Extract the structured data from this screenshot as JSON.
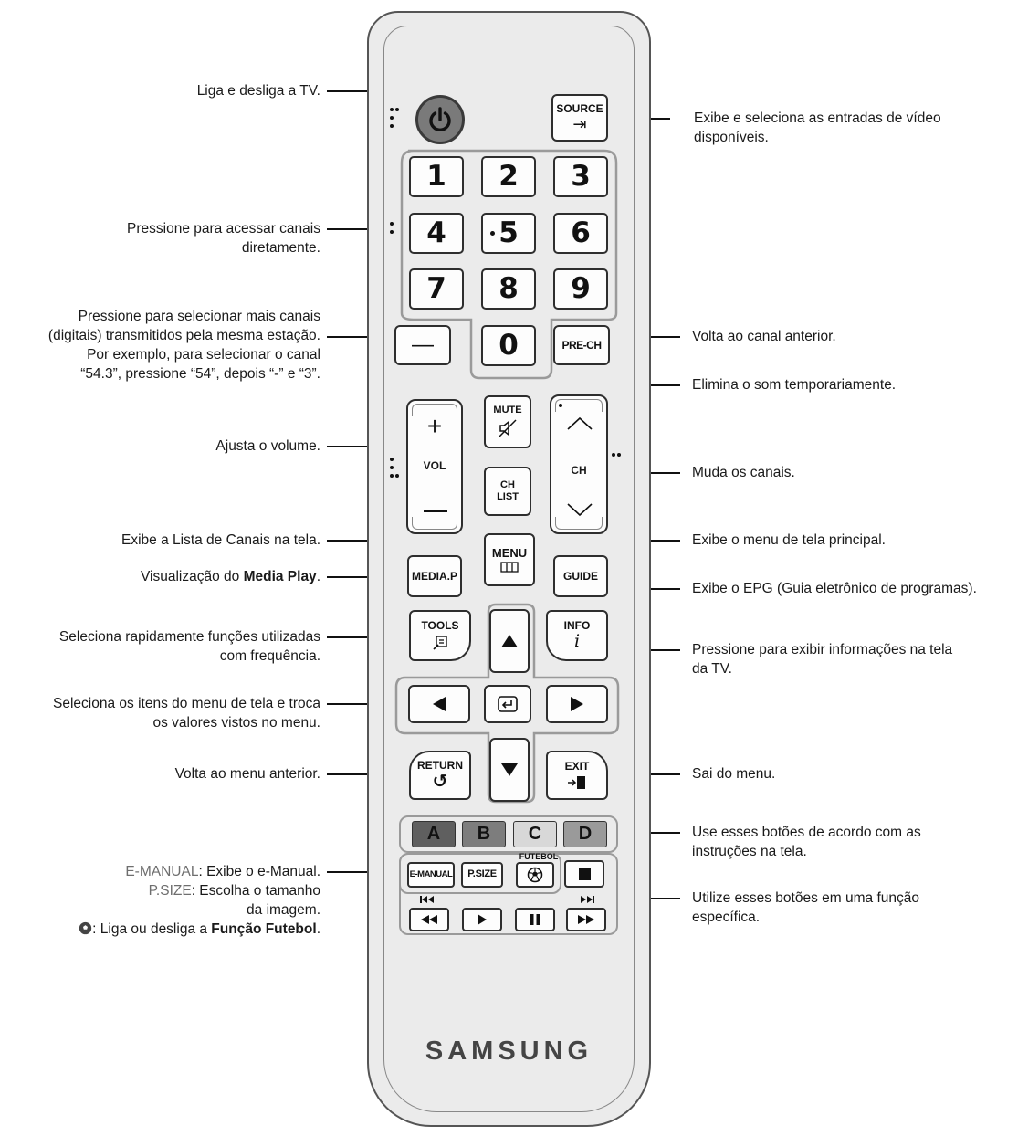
{
  "brand": "SAMSUNG",
  "buttons": {
    "power": "power",
    "source": "SOURCE",
    "digits": [
      "1",
      "2",
      "3",
      "4",
      "5",
      "6",
      "7",
      "8",
      "9",
      "0"
    ],
    "dash": "—",
    "prech": "PRE-CH",
    "mute": "MUTE",
    "vol": "VOL",
    "ch": "CH",
    "chlist_1": "CH",
    "chlist_2": "LIST",
    "menu": "MENU",
    "mediap": "MEDIA.P",
    "guide": "GUIDE",
    "tools": "TOOLS",
    "info": "INFO",
    "return": "RETURN",
    "exit": "EXIT",
    "color_keys": [
      {
        "label": "A",
        "color": "#5f5f5f"
      },
      {
        "label": "B",
        "color": "#7d7d7d"
      },
      {
        "label": "C",
        "color": "#d8d8d8"
      },
      {
        "label": "D",
        "color": "#9a9a9a"
      }
    ],
    "emanual": "E-MANUAL",
    "psize": "P.SIZE",
    "futebol": "FUTEBOL"
  },
  "labels": {
    "power": "Liga e desliga a TV.",
    "source_1": "Exibe e seleciona as entradas de vídeo",
    "source_2": "disponíveis.",
    "digits_1": "Pressione para acessar canais",
    "digits_2": "diretamente.",
    "dash_1": "Pressione para selecionar mais canais",
    "dash_2": "(digitais) transmitidos pela mesma estação.",
    "dash_3": "Por exemplo, para selecionar o canal",
    "dash_4": "“54.3”, pressione “54”, depois “-” e “3”.",
    "prech": "Volta ao canal anterior.",
    "mute": "Elimina o som temporariamente.",
    "vol": "Ajusta o volume.",
    "ch": "Muda os canais.",
    "chlist": "Exibe a Lista de Canais na tela.",
    "menu": "Exibe o menu de tela principal.",
    "mediap_pre": "Visualização do ",
    "mediap_bold": "Media Play",
    "mediap_post": ".",
    "guide": "Exibe o EPG (Guia eletrônico de programas).",
    "tools_1": "Seleciona rapidamente funções utilizadas",
    "tools_2": "com frequência.",
    "info_1": "Pressione para exibir informações na tela",
    "info_2": "da TV.",
    "nav_1": "Seleciona os itens do menu de tela e troca",
    "nav_2": "os valores vistos no menu.",
    "return": "Volta ao menu anterior.",
    "exit": "Sai do menu.",
    "color_1": "Use esses botões de acordo com as",
    "color_2": "instruções na tela.",
    "emanual_key": "E-MANUAL",
    "emanual_text": ": Exibe o e-Manual.",
    "psize_key": "P.SIZE",
    "psize_text_1": ": Escolha o tamanho",
    "psize_text_2": "da imagem.",
    "futebol_text": ": Liga ou desliga a ",
    "futebol_bold": "Função Futebol",
    "futebol_post": ".",
    "media_1": "Utilize esses botões em uma função",
    "media_2": "específica."
  }
}
